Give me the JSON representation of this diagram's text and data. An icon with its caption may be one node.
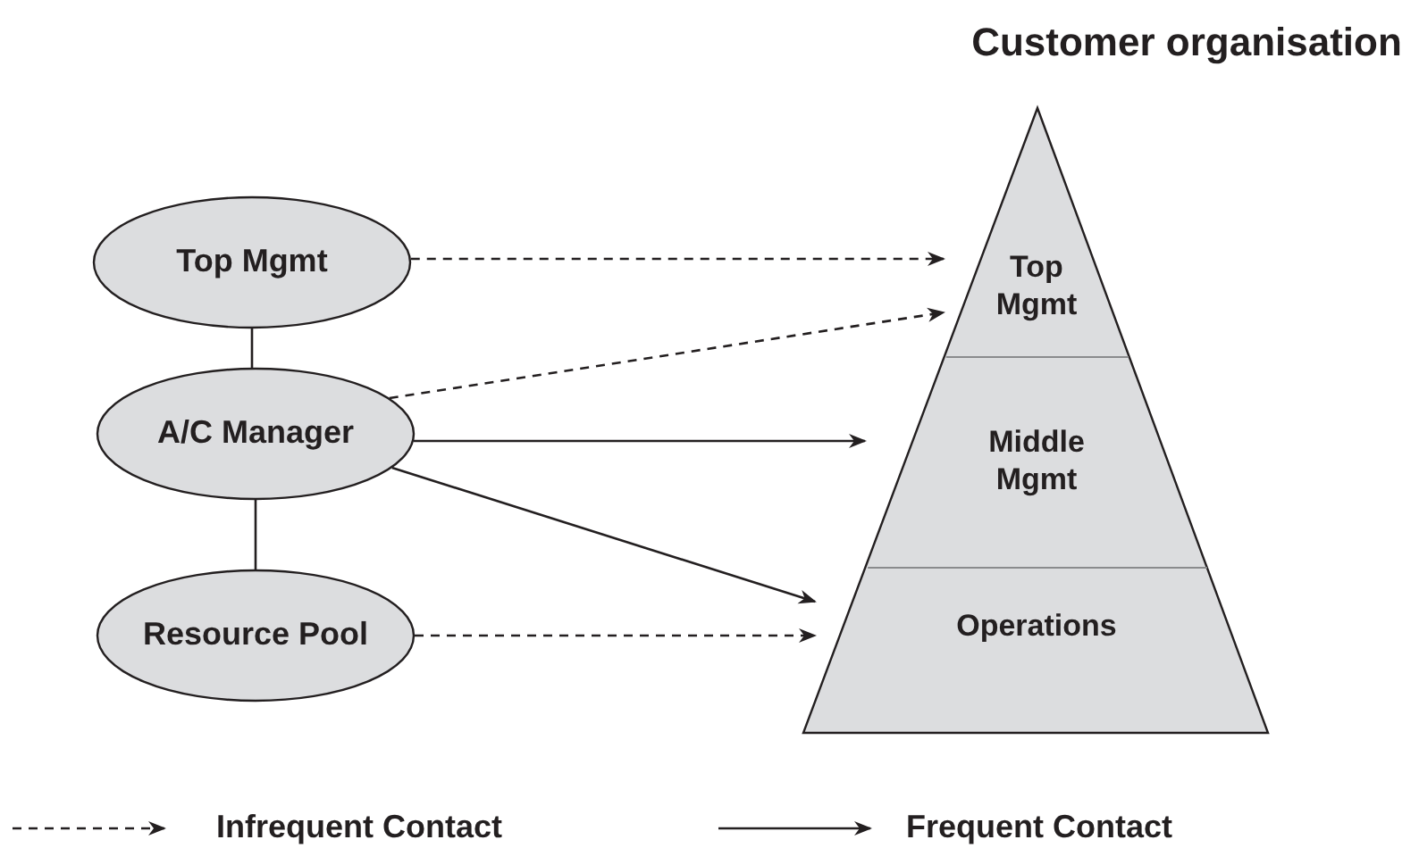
{
  "diagram": {
    "nodes": [
      {
        "text": [
          "Top Mgmt"
        ]
      },
      {
        "text": [
          "A/C Manager"
        ]
      },
      {
        "text": [
          "Resource Pool"
        ]
      },
      {
        "text": [
          "Customer organisation"
        ]
      },
      {
        "text": [
          "Top Mgmt"
        ],
        "in": 3
      },
      {
        "text": [
          "Middle Mgmt"
        ],
        "in": 3
      },
      {
        "text": [
          "Operations"
        ],
        "in": 3
      }
    ],
    "edges": [
      {
        "from": 0,
        "to": 1,
        "arrow": "none"
      },
      {
        "from": 1,
        "to": 2,
        "arrow": "none"
      },
      {
        "from": 0,
        "to": 4,
        "arrow": "to",
        "style": "dashed"
      },
      {
        "from": 1,
        "to": 4,
        "arrow": "to",
        "style": "dashed"
      },
      {
        "from": 1,
        "to": 5,
        "arrow": "to"
      },
      {
        "from": 1,
        "to": 6,
        "arrow": "to"
      },
      {
        "from": 2,
        "to": 6,
        "arrow": "to",
        "style": "dashed"
      }
    ],
    "legend": [
      {
        "text": "Infrequent Contact"
      },
      {
        "text": "Frequent Contact"
      }
    ]
  }
}
